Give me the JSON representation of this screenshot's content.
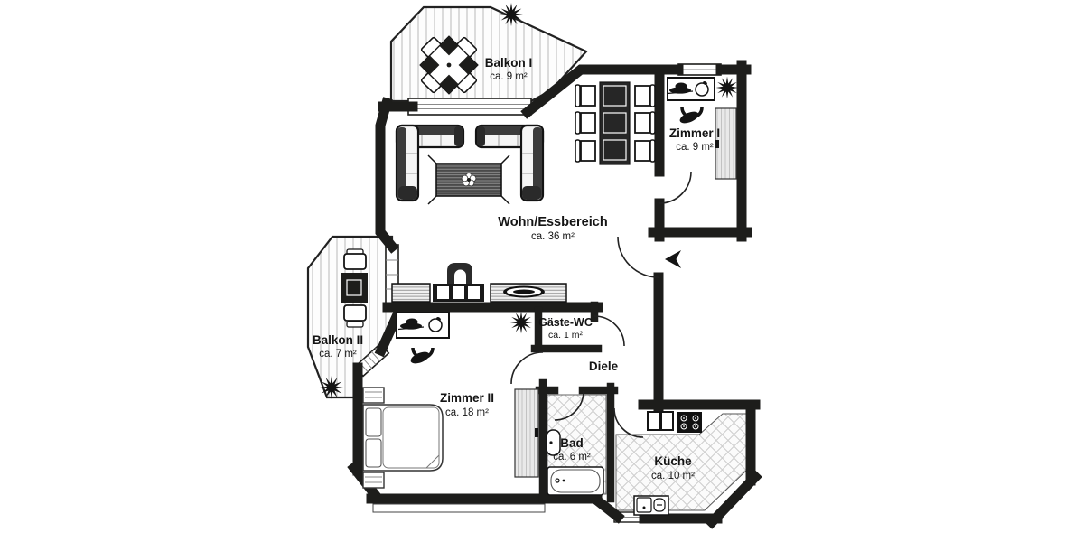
{
  "plan": {
    "type": "apartment-floor-plan",
    "rooms": {
      "balkon1": {
        "name": "Balkon I",
        "area": "ca. 9 m²"
      },
      "zimmer1": {
        "name": "Zimmer I",
        "area": "ca. 9 m²"
      },
      "wohn": {
        "name": "Wohn/Essbereich",
        "area": "ca. 36 m²"
      },
      "balkon2": {
        "name": "Balkon II",
        "area": "ca. 7 m²"
      },
      "gaeste_wc": {
        "name": "Gäste-WC",
        "area": "ca. 1 m²"
      },
      "diele": {
        "name": "Diele"
      },
      "zimmer2": {
        "name": "Zimmer II",
        "area": "ca. 18 m²"
      },
      "bad": {
        "name": "Bad",
        "area": "ca. 6 m²"
      },
      "kueche": {
        "name": "Küche",
        "area": "ca. 10 m²"
      }
    },
    "colors": {
      "walls": "#1d1d1b",
      "floor": "#ffffff",
      "balcony_stripe": "#c9c9c9",
      "tile_line": "#cdcdcd",
      "furniture_dark": "#1d1d1b",
      "wardrobe_fill": "#e9e9e9"
    },
    "icons": {
      "plant": "plant-icon",
      "entrance_arrow": "entrance-arrow-icon",
      "hat": "hat-icon",
      "wreath": "wreath-icon",
      "flower": "flower-icon"
    }
  }
}
